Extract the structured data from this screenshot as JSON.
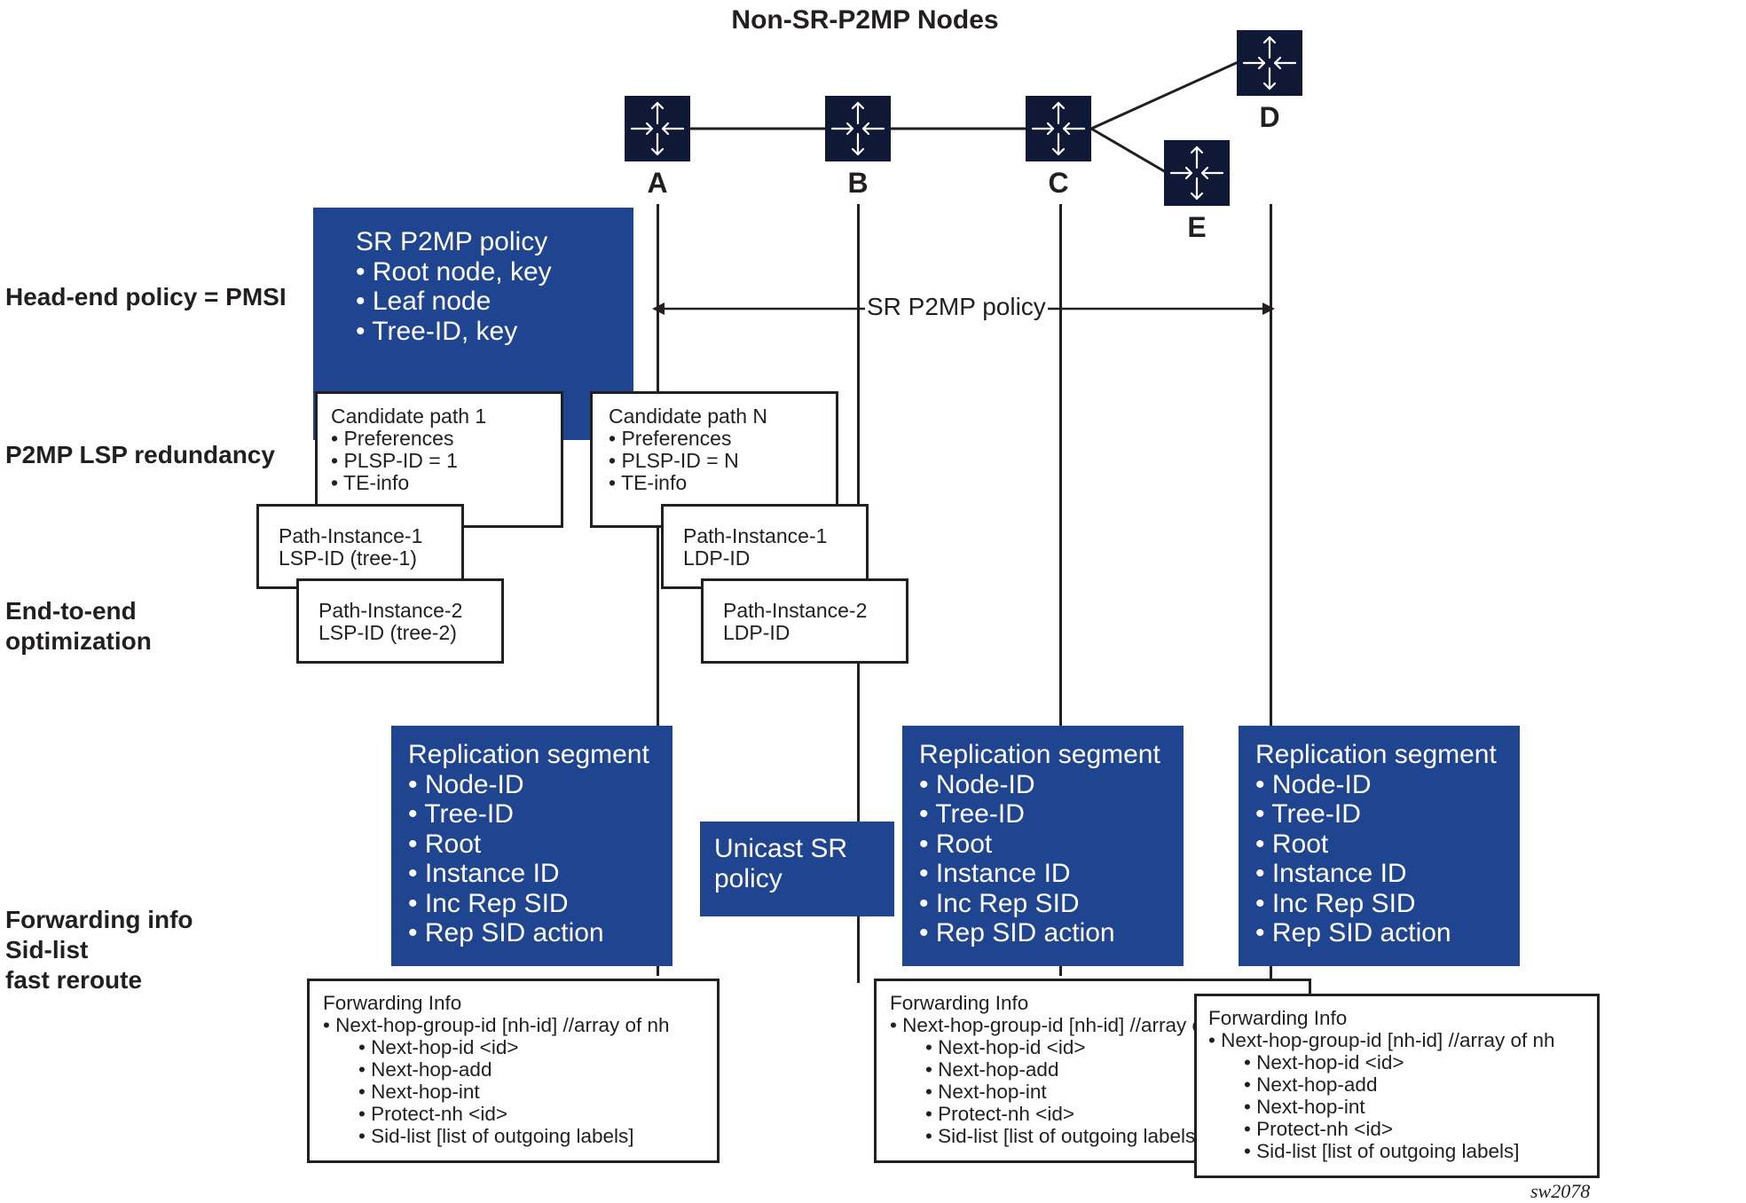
{
  "title": "Non-SR-P2MP Nodes",
  "row_labels": {
    "head_end": "Head-end policy = PMSI",
    "redundancy": "P2MP LSP redundancy",
    "e2e_line1": "End-to-end",
    "e2e_line2": "optimization",
    "fwd_line1": "Forwarding info",
    "fwd_line2": "Sid-list",
    "fwd_line3": "fast reroute"
  },
  "nodes": {
    "a": "A",
    "b": "B",
    "c": "C",
    "d": "D",
    "e": "E"
  },
  "policy_arrow_label": "SR P2MP policy",
  "sr_p2mp_policy": {
    "title": "SR P2MP policy",
    "items": [
      "• Root node, key",
      "• Leaf node",
      "• Tree-ID, key"
    ]
  },
  "candidate_1": {
    "lines": [
      "Candidate path 1",
      "• Preferences",
      "• PLSP-ID = 1",
      "• TE-info"
    ]
  },
  "candidate_n": {
    "lines": [
      "Candidate path N",
      "• Preferences",
      "• PLSP-ID = N",
      "• TE-info"
    ]
  },
  "instances": {
    "left_1": [
      "Path-Instance-1",
      "LSP-ID (tree-1)"
    ],
    "left_2": [
      "Path-Instance-2",
      "LSP-ID (tree-2)"
    ],
    "right_1": [
      "Path-Instance-1",
      "LDP-ID"
    ],
    "right_2": [
      "Path-Instance-2",
      "LDP-ID"
    ]
  },
  "replication_segment": {
    "title": "Replication segment",
    "items": [
      "• Node-ID",
      "• Tree-ID",
      "• Root",
      "• Instance ID",
      "• Inc Rep SID",
      "• Rep SID action"
    ]
  },
  "unicast_sr_policy": [
    "Unicast SR",
    "policy"
  ],
  "forwarding_info": {
    "title": "Forwarding Info",
    "group": "• Next-hop-group-id [nh-id] //array of nh",
    "items": [
      "• Next-hop-id <id>",
      "• Next-hop-add",
      "• Next-hop-int",
      "• Protect-nh <id>",
      "• Sid-list [list of outgoing labels]"
    ]
  },
  "figure_id": "sw2078",
  "colors": {
    "policy_blue": "#1f4490",
    "router_navy": "#0f1936",
    "line": "#231f20"
  },
  "icons": {
    "router": "router-icon"
  }
}
